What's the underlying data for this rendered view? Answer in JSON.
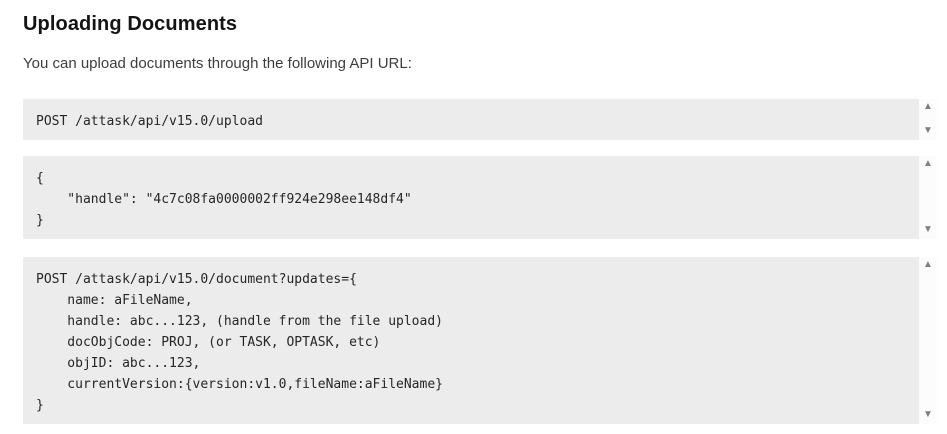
{
  "page": {
    "title": "Uploading Documents",
    "intro": "You can upload documents through the following API URL:"
  },
  "code_blocks": {
    "upload_url": {
      "code": "POST /attask/api/v15.0/upload"
    },
    "handle_response": {
      "code": "{\n    \"handle\": \"4c7c08fa0000002ff924e298ee148df4\"\n}"
    },
    "document_request": {
      "code": "POST /attask/api/v15.0/document?updates={\n    name: aFileName,\n    handle: abc...123, (handle from the file upload)\n    docObjCode: PROJ, (or TASK, OPTASK, etc)\n    objID: abc...123,\n    currentVersion:{version:v1.0,fileName:aFileName}\n}"
    }
  },
  "icons": {
    "scroll_up_glyph": "▲",
    "scroll_down_glyph": "▼"
  },
  "colors": {
    "page_background": "#ffffff",
    "heading_text": "#141414",
    "body_text": "#3d3d3d",
    "code_background": "#ececec",
    "code_text": "#262626",
    "scrollbar_track": "#fcfcfc",
    "scrollbar_arrow": "#7e7e7e"
  }
}
